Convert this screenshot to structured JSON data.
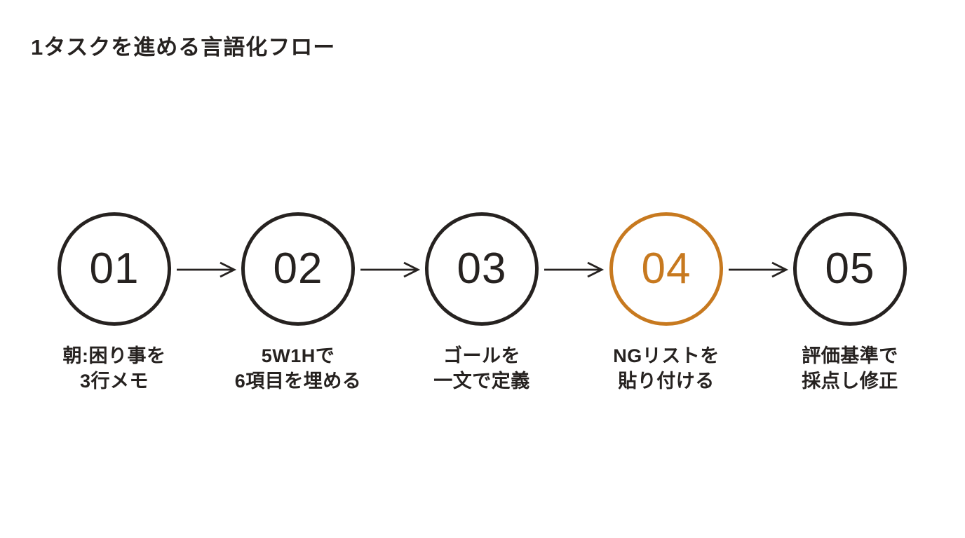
{
  "title": "1タスクを進める言語化フロー",
  "colors": {
    "ink": "#262220",
    "accent": "#c7791f",
    "background": "#ffffff"
  },
  "flow": {
    "steps": [
      {
        "number": "01",
        "label_line1": "朝:困り事を",
        "label_line2": "3行メモ",
        "highlighted": false
      },
      {
        "number": "02",
        "label_line1": "5W1Hで",
        "label_line2": "6項目を埋める",
        "highlighted": false
      },
      {
        "number": "03",
        "label_line1": "ゴールを",
        "label_line2": "一文で定義",
        "highlighted": false
      },
      {
        "number": "04",
        "label_line1": "NGリストを",
        "label_line2": "貼り付ける",
        "highlighted": true
      },
      {
        "number": "05",
        "label_line1": "評価基準で",
        "label_line2": "採点し修正",
        "highlighted": false
      }
    ]
  }
}
